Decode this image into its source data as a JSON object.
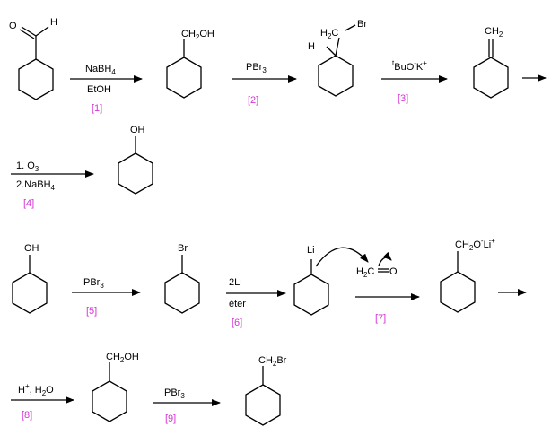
{
  "molecules": {
    "cho": {
      "o": "O",
      "h": "H"
    },
    "ch2oh_1": {
      "label": "CH",
      "sub": "2",
      "tail": "OH"
    },
    "ch2br_1": {
      "h": "H",
      "h2c": "H",
      "h2c_sub": "2",
      "h2c_c": "C",
      "br": "Br"
    },
    "methylene": {
      "label": "CH",
      "sub": "2"
    },
    "cyclohexanol_1": {
      "label": "OH"
    },
    "cyclohexanol_2": {
      "label": "OH"
    },
    "bromocyclohexane": {
      "label": "Br"
    },
    "cyclohexyllithium": {
      "label": "Li"
    },
    "formaldehyde": {
      "h2": "H",
      "h2_sub": "2",
      "c": "C",
      "o": "O"
    },
    "alkoxide": {
      "ch": "CH",
      "sub": "2",
      "o": "O",
      "minus": "-",
      "li": "Li",
      "plus": "+"
    },
    "ch2oh_2": {
      "label": "CH",
      "sub": "2",
      "tail": "OH"
    },
    "ch2br_2": {
      "label": "CH",
      "sub": "2",
      "tail": "Br"
    }
  },
  "steps": {
    "s1": {
      "reagent_top": "NaBH",
      "reagent_top_sub": "4",
      "reagent_bottom": "EtOH",
      "number": "[1]"
    },
    "s2": {
      "reagent_top": "PBr",
      "reagent_top_sub": "3",
      "number": "[2]"
    },
    "s3": {
      "reagent_sup": "t",
      "reagent_main": "BuO",
      "reagent_minus": "-",
      "reagent_k": "K",
      "reagent_plus": "+",
      "number": "[3]"
    },
    "s4": {
      "line1": "1. O",
      "line1_sub": "3",
      "line2": "2.NaBH",
      "line2_sub": "4",
      "number": "[4]"
    },
    "s5": {
      "reagent_top": "PBr",
      "reagent_top_sub": "3",
      "number": "[5]"
    },
    "s6": {
      "reagent_top": "2Li",
      "reagent_bottom": "éter",
      "number": "[6]"
    },
    "s7": {
      "number": "[7]"
    },
    "s8": {
      "h": "H",
      "h_sup": "+",
      "h2o": ", H",
      "h2o_sub": "2",
      "o": "O",
      "number": "[8]"
    },
    "s9": {
      "reagent_top": "PBr",
      "reagent_top_sub": "3",
      "number": "[9]"
    }
  }
}
